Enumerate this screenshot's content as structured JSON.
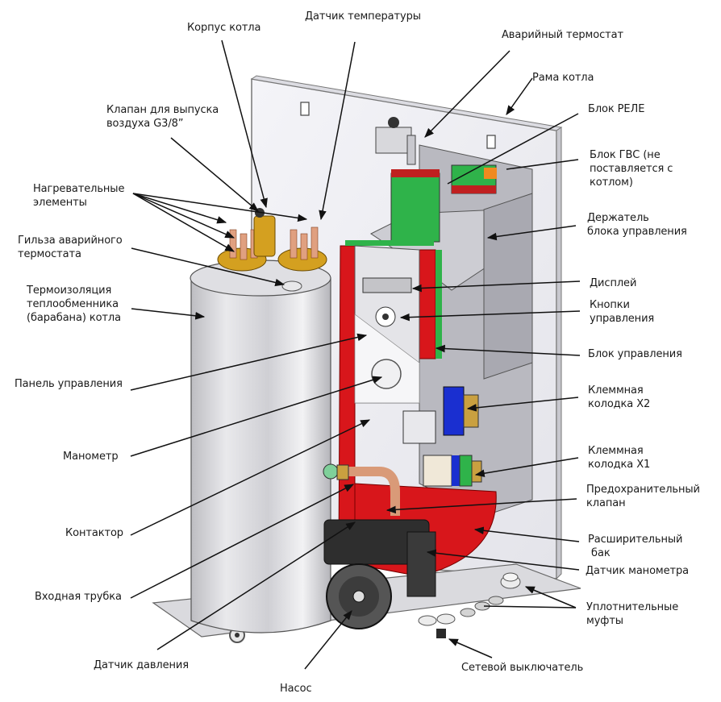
{
  "diagram": {
    "subject": "Electric boiler components",
    "colors": {
      "panel_red": "#d8161b",
      "pcb_green": "#2fb34a",
      "brass": "#d4a020",
      "copper": "#e0a080",
      "terminal_blue": "#1a2fd0",
      "steel": "#c8c8cc",
      "pump_black": "#2e2e2e"
    },
    "labels": {
      "boiler_body": "Корпус котла",
      "temp_sensor": "Датчик температуры",
      "emergency_thermostat": "Аварийный термостат",
      "boiler_frame": "Рама котла",
      "air_valve": "Клапан для выпуска\nвоздуха G3/8”",
      "relay_block": "Блок РЕЛЕ",
      "dhw_block": "Блок ГВС (не\nпоставляется с\nкотлом)",
      "heating_elements": "Нагревательные\nэлементы",
      "thermostat_sleeve": "Гильза аварийного\nтермостата",
      "control_holder": "Держатель\nблока управления",
      "insulation": "Термоизоляция\nтеплообменника\n(барабана) котла",
      "display": "Дисплей",
      "control_buttons": "Кнопки\nуправления",
      "control_unit": "Блок управления",
      "control_panel": "Панель управления",
      "terminal_x2": "Клеммная\nколодка X2",
      "manometer": "Манометр",
      "terminal_x1": "Клеммная\nколодка X1",
      "safety_valve": "Предохранительный\nклапан",
      "contactor": "Контактор",
      "expansion_tank": "Расширительный\n бак",
      "manometer_sensor": "Датчик манометра",
      "inlet_pipe": "Входная трубка",
      "sealing_glands": "Уплотнительные\nмуфты",
      "pressure_sensor": "Датчик давления",
      "power_switch": "Сетевой выключатель",
      "pump": "Насос"
    }
  }
}
